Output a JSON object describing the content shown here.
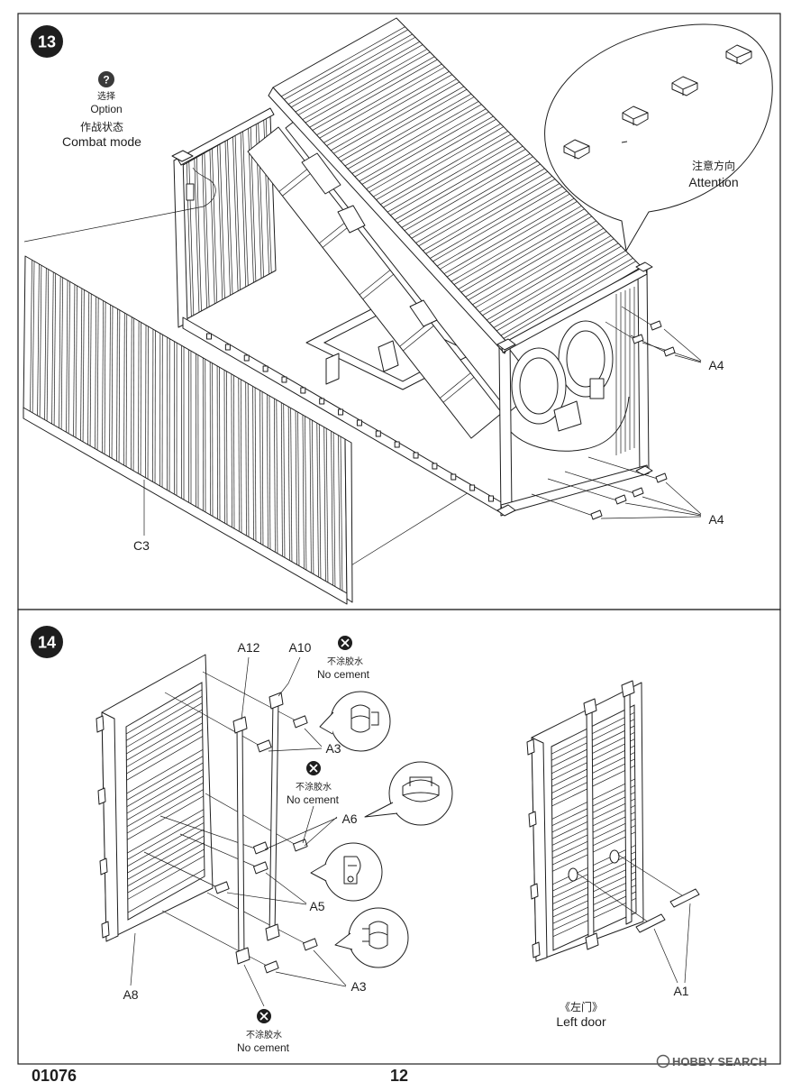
{
  "colors": {
    "ink": "#1e1e1e",
    "paper": "#ffffff",
    "badge": "#1e1e1e",
    "watermark": "#5a5a5a"
  },
  "step13": {
    "number": "13",
    "option": {
      "icon": "question-icon",
      "glyph": "?",
      "label_cn": "选择",
      "label_en": "Option"
    },
    "mode": {
      "label_cn": "作战状态",
      "label_en": "Combat mode"
    },
    "attention": {
      "label_cn": "注意方向",
      "label_en": "Attention"
    },
    "part_labels": {
      "a4_upper": "A4",
      "a4_lower": "A4",
      "c3": "C3"
    }
  },
  "step14": {
    "number": "14",
    "part_labels": {
      "a12": "A12",
      "a10": "A10",
      "a3_upper": "A3",
      "a6": "A6",
      "a5": "A5",
      "a3_lower": "A3",
      "a8": "A8",
      "a1": "A1"
    },
    "no_cement": [
      {
        "icon": "no-cement-icon",
        "label_cn": "不涂胶水",
        "label_en": "No cement"
      },
      {
        "icon": "no-cement-icon",
        "label_cn": "不涂胶水",
        "label_en": "No cement"
      },
      {
        "icon": "no-cement-icon",
        "label_cn": "不涂胶水",
        "label_en": "No cement"
      }
    ],
    "left_door": {
      "label_cn": "《左门》",
      "label_en": "Left door"
    }
  },
  "footer": {
    "kit_number": "01076",
    "page_number": "12"
  },
  "watermark": {
    "text": "HOBBY SEARCH"
  }
}
